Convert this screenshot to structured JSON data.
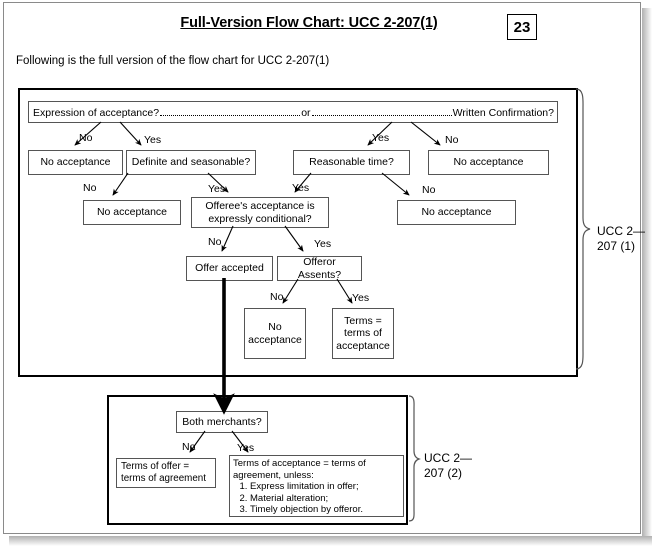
{
  "header": {
    "title": "Full-Version Flow Chart: UCC 2-207(1)",
    "page_number": "23",
    "subtitle": "Following is the full version of the flow chart for UCC 2-207(1)"
  },
  "braces": {
    "section1_line1": "UCC 2—",
    "section1_line2": "207 (1)",
    "section2_line1": "UCC 2—",
    "section2_line2": "207 (2)"
  },
  "chart_data": {
    "type": "diagram",
    "title": "Full-Version Flow Chart: UCC 2-207(1)",
    "nodes": [
      {
        "id": "top",
        "label_left": "Expression of acceptance?",
        "label_mid": "or",
        "label_right": "Written Confirmation?"
      },
      {
        "id": "no-acc-1",
        "label": "No acceptance"
      },
      {
        "id": "definite",
        "label": "Definite and seasonable?"
      },
      {
        "id": "reasonable",
        "label": "Reasonable time?"
      },
      {
        "id": "no-acc-2",
        "label": "No acceptance"
      },
      {
        "id": "no-acc-3",
        "label": "No acceptance"
      },
      {
        "id": "conditional",
        "label": "Offeree's acceptance is expressly conditional?"
      },
      {
        "id": "no-acc-4",
        "label": "No acceptance"
      },
      {
        "id": "offer-accepted",
        "label": "Offer accepted"
      },
      {
        "id": "offeror-assents",
        "label": "Offeror Assents?"
      },
      {
        "id": "no-acc-5",
        "label": "No acceptance"
      },
      {
        "id": "terms-eq-acc",
        "label": "Terms = terms of acceptance"
      },
      {
        "id": "both-merchants",
        "label": "Both merchants?"
      },
      {
        "id": "terms-offer",
        "label": "Terms of offer = terms of agreement"
      },
      {
        "id": "terms-acc-hdr",
        "label": "Terms of acceptance = terms of agreement, unless:"
      }
    ],
    "edge_labels": {
      "top_no": "No",
      "top_yes": "Yes",
      "top_yes_r": "Yes",
      "top_no_r": "No",
      "definite_no": "No",
      "definite_yes": "Yes",
      "reasonable_yes": "Yes",
      "reasonable_no": "No",
      "conditional_no": "No",
      "conditional_yes": "Yes",
      "assents_no": "No",
      "assents_yes": "Yes",
      "merchants_no": "No",
      "merchants_yes": "Yes"
    },
    "exceptions_list": [
      "Express limitation in offer;",
      "Material alteration;",
      "Timely objection by offeror."
    ]
  }
}
